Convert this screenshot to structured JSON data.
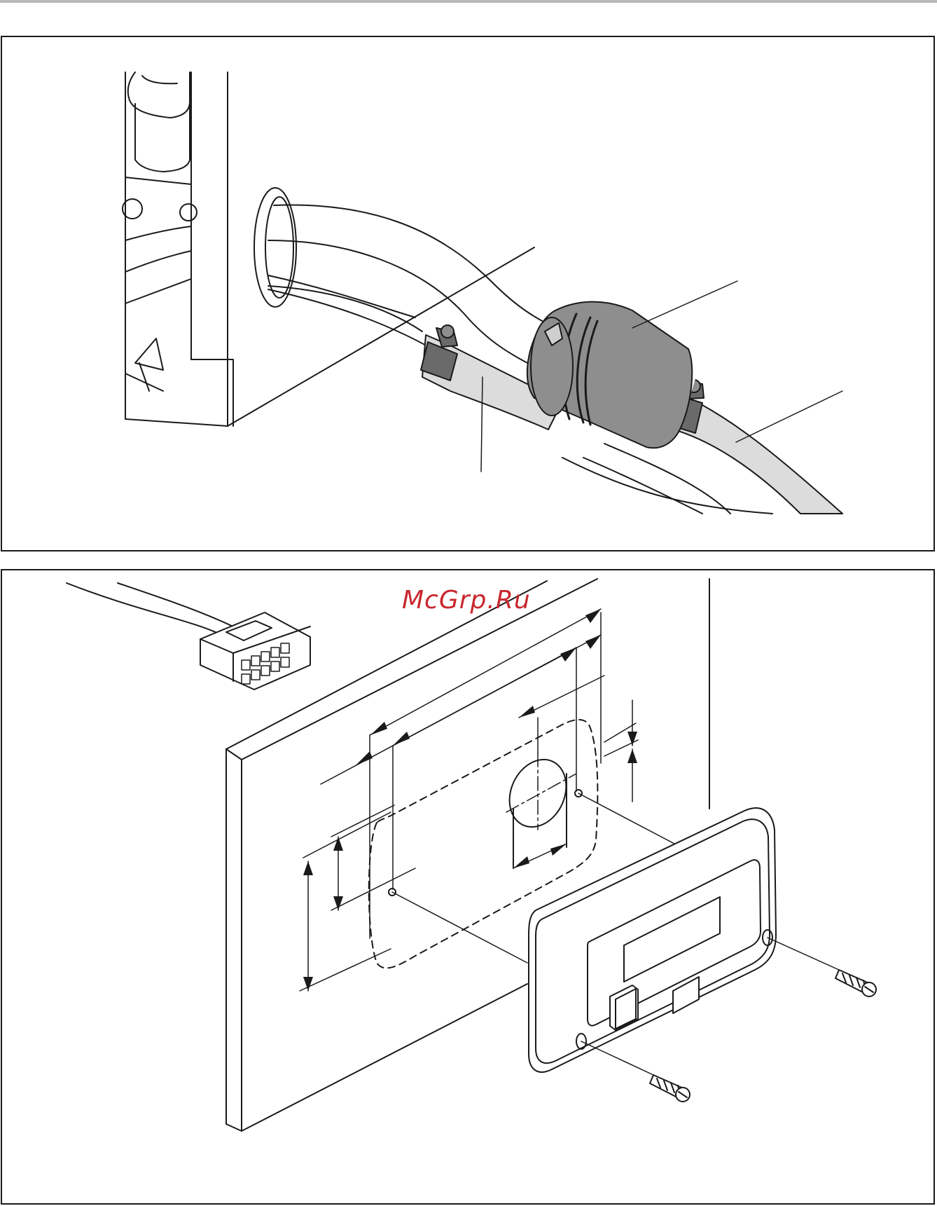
{
  "watermark": {
    "text": "McGrp.Ru",
    "color": "#c8282e"
  },
  "figures": [
    {
      "id": "hose-connection",
      "parts": [
        "bulkhead-grommet",
        "hose-bundle",
        "hose-clamp-left",
        "hose-clamp-right",
        "coupling-sleeve",
        "leader-line-sleeve",
        "leader-line-hose-left",
        "leader-line-hose-right"
      ],
      "colors": {
        "sleeve": "#8e8e8e",
        "clamp": "#6a6a6a",
        "hose_fill": "#dcdcdc"
      }
    },
    {
      "id": "panel-mounting",
      "parts": [
        "wiring-harness-connector",
        "mounting-wall",
        "cutout-template",
        "dimension-arrows",
        "control-panel",
        "mounting-screw-left",
        "mounting-screw-right"
      ]
    }
  ]
}
